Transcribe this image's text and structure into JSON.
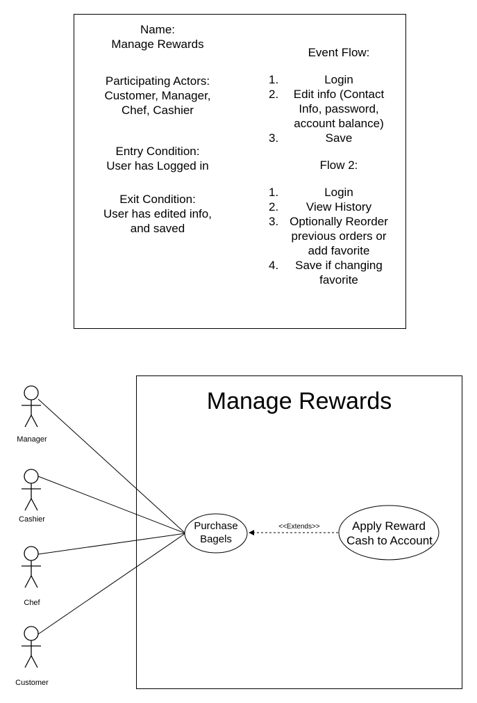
{
  "usecase_spec": {
    "name_label": "Name:",
    "name_value": "Manage Rewards",
    "actors_label": "Participating Actors:",
    "actors_line1": "Customer, Manager,",
    "actors_line2": "Chef, Cashier",
    "entry_label": "Entry Condition:",
    "entry_value": "User has Logged in",
    "exit_label": "Exit Condition:",
    "exit_line1": "User has edited info,",
    "exit_line2": "and saved",
    "event_flow": {
      "title": "Event Flow:",
      "steps": [
        {
          "num": "1.",
          "lines": [
            "Login"
          ]
        },
        {
          "num": "2.",
          "lines": [
            "Edit info (Contact",
            "Info, password,",
            "account balance)"
          ]
        },
        {
          "num": "3.",
          "lines": [
            "Save"
          ]
        }
      ]
    },
    "flow2": {
      "title": "Flow 2:",
      "steps": [
        {
          "num": "1.",
          "lines": [
            "Login"
          ]
        },
        {
          "num": "2.",
          "lines": [
            "View History"
          ]
        },
        {
          "num": "3.",
          "lines": [
            "Optionally Reorder",
            "previous orders or",
            "add favorite"
          ]
        },
        {
          "num": "4.",
          "lines": [
            "Save if changing",
            "favorite"
          ]
        }
      ]
    }
  },
  "uml_diagram": {
    "system_title": "Manage Rewards",
    "actors": [
      "Manager",
      "Cashier",
      "Chef",
      "Customer"
    ],
    "use_case_main": [
      "Purchase",
      "Bagels"
    ],
    "use_case_extension": [
      "Apply Reward",
      "Cash to Account"
    ],
    "extends_label": "<<Extends>>"
  }
}
